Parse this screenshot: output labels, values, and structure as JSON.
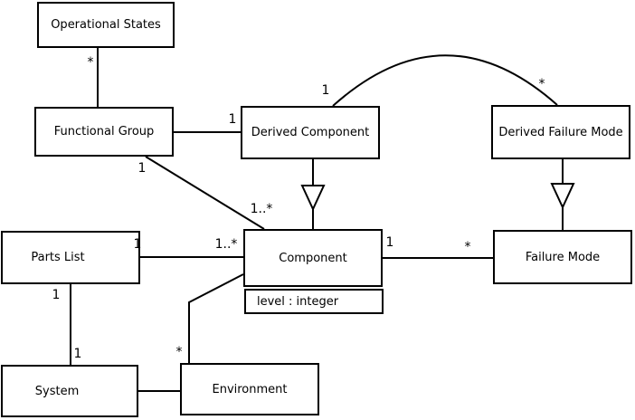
{
  "diagram": {
    "type": "uml-class-diagram",
    "colors": {
      "background": "#ffffff",
      "line": "#000000",
      "box_fill": "#ffffff",
      "text": "#000000"
    },
    "nodes": {
      "operational_states": {
        "label": "Operational States"
      },
      "functional_group": {
        "label": "Functional Group"
      },
      "derived_component": {
        "label": "Derived Component"
      },
      "derived_failure_mode": {
        "label": "Derived Failure Mode"
      },
      "parts_list": {
        "label": "Parts List"
      },
      "component": {
        "label": "Component",
        "attribute": "level : integer"
      },
      "failure_mode": {
        "label": "Failure Mode"
      },
      "system": {
        "label": "System"
      },
      "environment": {
        "label": "Environment"
      }
    },
    "multiplicities": {
      "operational_states_functional_group_star": "*",
      "functional_group_derived_component_one": "1",
      "functional_group_component_one": "1",
      "functional_group_component_many": "1..*",
      "derived_component_curve_one": "1",
      "derived_failure_mode_curve_star": "*",
      "parts_list_component_one": "1",
      "parts_list_component_many": "1..*",
      "parts_list_system_one_upper": "1",
      "parts_list_system_one_lower": "1",
      "environment_component_star": "*",
      "component_failure_mode_one": "1",
      "component_failure_mode_star": "*"
    }
  }
}
